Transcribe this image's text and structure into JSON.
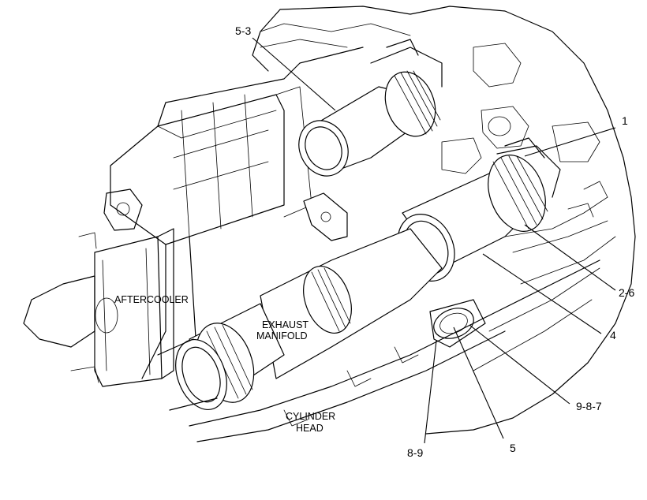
{
  "callouts": {
    "c_5_3": "5-3",
    "c_1": "1",
    "c_2_6": "2-6",
    "c_4": "4",
    "c_9_8_7": "9-8-7",
    "c_5": "5",
    "c_8_9": "8-9"
  },
  "components": {
    "aftercooler": "AFTERCOOLER",
    "exhaust_manifold_line1": "EXHAUST",
    "exhaust_manifold_line2": "MANIFOLD",
    "cylinder_head_line1": "CYLINDER",
    "cylinder_head_line2": "HEAD"
  }
}
